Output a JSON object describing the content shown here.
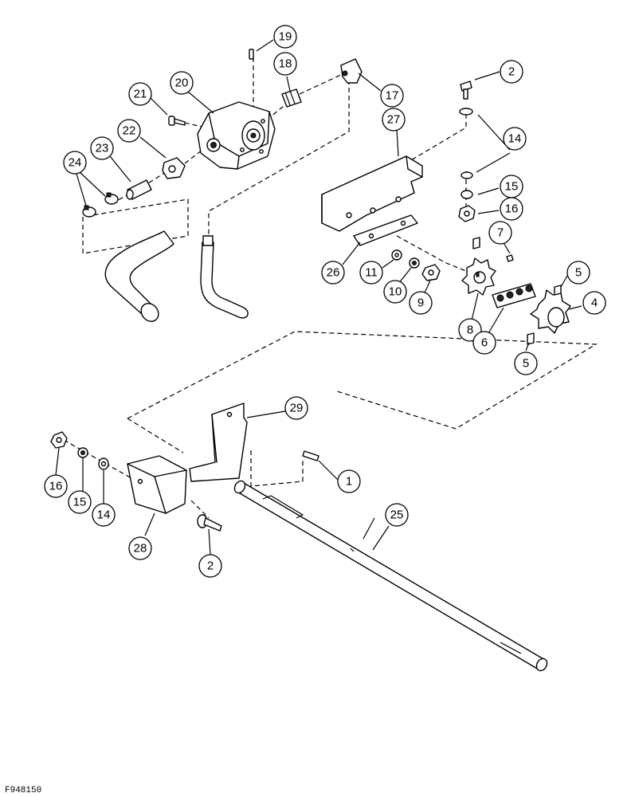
{
  "figure_code": "F948150",
  "callouts": {
    "c1": "1",
    "c2a": "2",
    "c2b": "2",
    "c4": "4",
    "c5a": "5",
    "c5b": "5",
    "c6": "6",
    "c7": "7",
    "c8": "8",
    "c9": "9",
    "c10": "10",
    "c11": "11",
    "c14a": "14",
    "c14b": "14",
    "c15a": "15",
    "c15b": "15",
    "c16a": "16",
    "c16b": "16",
    "c17": "17",
    "c18": "18",
    "c19": "19",
    "c20": "20",
    "c21": "21",
    "c22": "22",
    "c23": "23",
    "c24": "24",
    "c25": "25",
    "c26": "26",
    "c27": "27",
    "c28": "28",
    "c29": "29"
  }
}
